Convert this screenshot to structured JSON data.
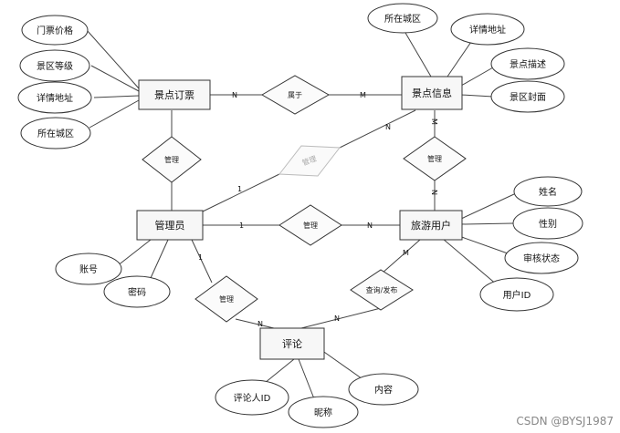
{
  "entities": {
    "attraction_booking": "景点订票",
    "attraction_info": "景点信息",
    "admin": "管理员",
    "tourist_user": "旅游用户",
    "comment": "评论"
  },
  "relationships": {
    "belongs_to": "属于",
    "manage_booking": "管理",
    "manage_info": "管理",
    "manage_info_admin": "管理",
    "manage_user": "管理",
    "manage_comment": "管理",
    "query_publish": "查询/发布"
  },
  "attributes": {
    "ticket_price": "门票价格",
    "scenic_level": "景区等级",
    "detail_address_booking": "详情地址",
    "city_booking": "所在城区",
    "city_info": "所在城区",
    "detail_address_info": "详情地址",
    "attraction_desc": "景点描述",
    "scenic_cover": "景区封面",
    "name": "姓名",
    "gender": "性别",
    "review_status": "审核状态",
    "user_id": "用户ID",
    "account": "账号",
    "password": "密码",
    "commenter_id": "评论人ID",
    "nickname": "昵称",
    "content": "内容"
  },
  "cardinalities": {
    "booking_belongs": "N",
    "info_belongs": "M",
    "info_faded": "N",
    "admin_faded": "1",
    "info_manage": "M",
    "user_manage_info": "N",
    "admin_user": "1",
    "user_admin": "N",
    "admin_comment": "1",
    "comment_admin": "N",
    "user_query": "M",
    "comment_query": "N"
  },
  "watermark": "CSDN @BYSJ1987"
}
